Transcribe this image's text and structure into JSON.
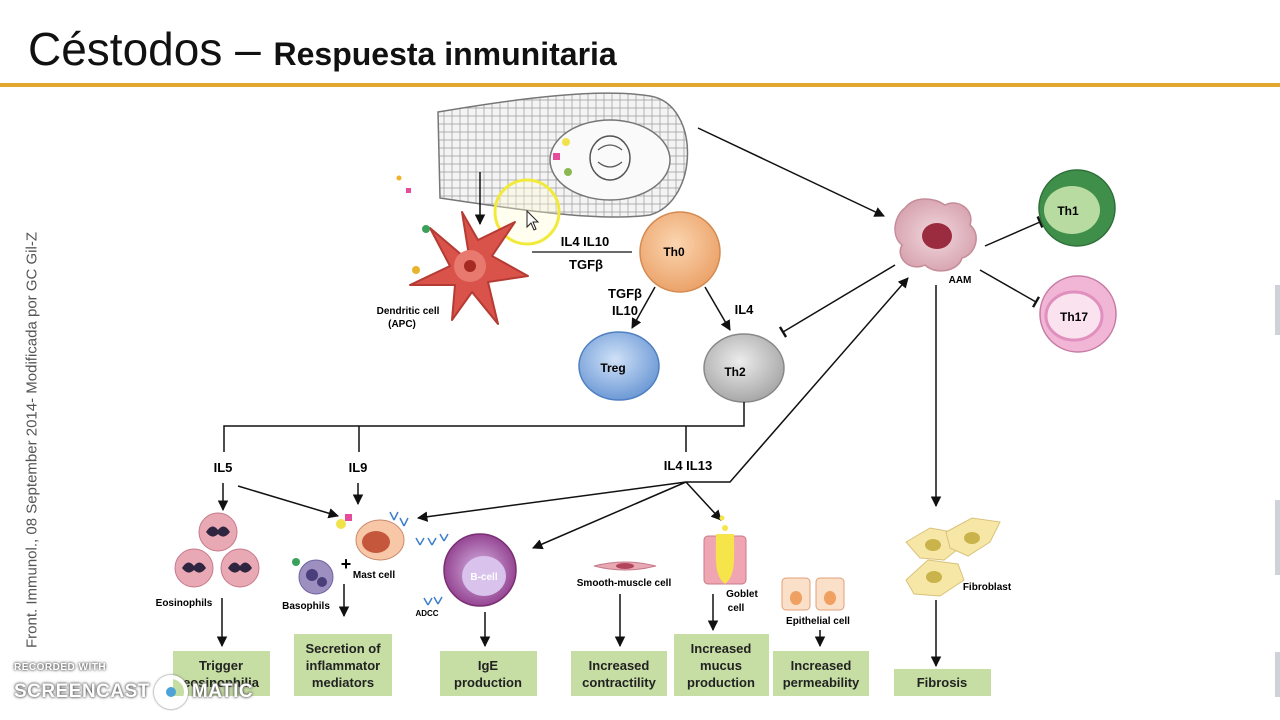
{
  "slide": {
    "title": "Céstodos",
    "title_sep": " – ",
    "subtitle": "Respuesta inmunitaria",
    "side_citation": "Front. Immunol., 08 September 2014- Modificada por GC Gil-Z",
    "accent_color": "#e2a72e"
  },
  "cells": {
    "dendritic": "Dendritic cell (APC)",
    "dendritic_line1": "Dendritic cell",
    "dendritic_line2": "(APC)",
    "th0": "Th0",
    "treg": "Treg",
    "th2": "Th2",
    "th1": "Th1",
    "th17": "Th17",
    "aam": "AAM",
    "eosinophils": "Eosinophils",
    "basophils": "Basophils",
    "mast_cell": "Mast cell",
    "b_cell": "B-cell",
    "adcc": "ADCC",
    "smooth_muscle": "Smooth-muscle cell",
    "goblet_line1": "Goblet",
    "goblet_line2": "cell",
    "epithelial": "Epithelial cell",
    "fibroblast": "Fibroblast"
  },
  "cytokines": {
    "il4_il10": "IL4   IL10",
    "tgfb": "TGFβ",
    "tgfb_treg": "TGFβ",
    "il10_treg": "IL10",
    "il4_th2": "IL4",
    "il5": "IL5",
    "il9": "IL9",
    "il4_il13": "IL4 IL13",
    "plus": "+"
  },
  "outcomes": {
    "o1_l1": "Trigger",
    "o1_l2": "eosinophilia",
    "o2_l1": "Secretion of",
    "o2_l2": "inflammator",
    "o2_l3": "mediators",
    "o3_l1": "IgE",
    "o3_l2": "production",
    "o4_l1": "Increased",
    "o4_l2": "contractility",
    "o5_l1": "Increased",
    "o5_l2": "mucus",
    "o5_l3": "production",
    "o6_l1": "Increased",
    "o6_l2": "permeability",
    "o7_l1": "Fibrosis",
    "box_color": "#c6dda4"
  },
  "watermark": {
    "recorded_with": "RECORDED WITH",
    "brand_left": "SCREENCAST",
    "brand_right": "MATIC"
  }
}
